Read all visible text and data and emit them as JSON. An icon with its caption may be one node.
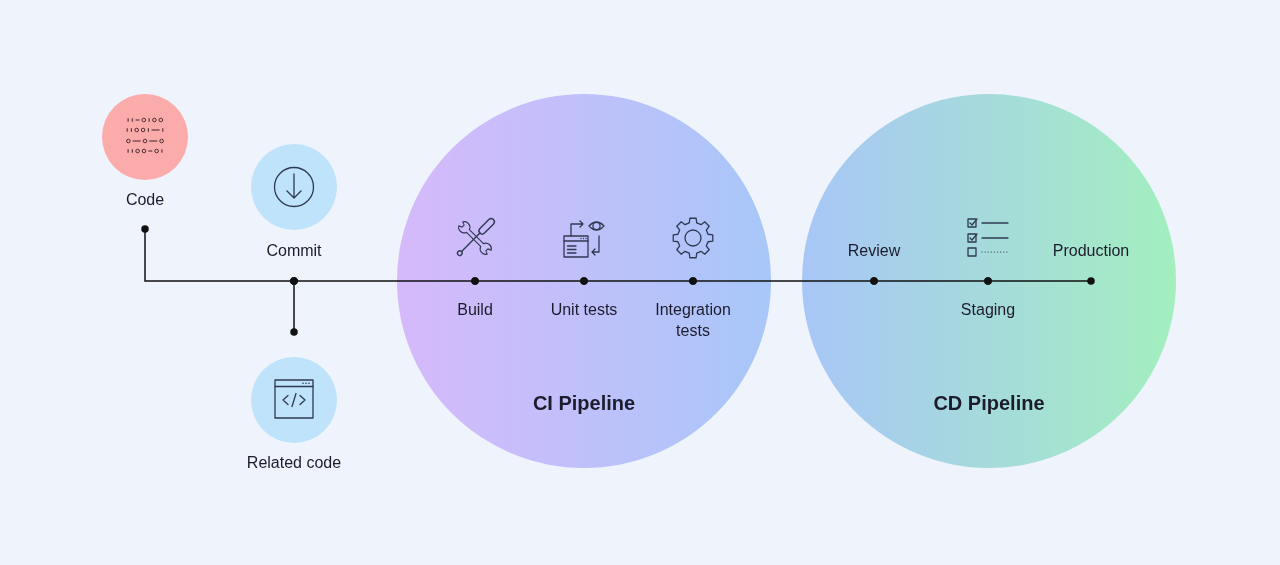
{
  "diagram": {
    "nodes": [
      {
        "text": [
          "Code"
        ]
      },
      {
        "text": [
          "Commit"
        ]
      },
      {
        "text": [
          "Related code"
        ]
      },
      {
        "text": [
          "CI Pipeline"
        ]
      },
      {
        "text": [
          "Build"
        ],
        "in": 3
      },
      {
        "text": [
          "Unit tests"
        ],
        "in": 3
      },
      {
        "text": [
          "Integration tests"
        ],
        "in": 3
      },
      {
        "text": [
          "CD Pipeline"
        ]
      },
      {
        "text": [
          "Review"
        ],
        "in": 7
      },
      {
        "text": [
          "Staging"
        ],
        "in": 7
      },
      {
        "text": [
          "Production"
        ],
        "in": 7
      }
    ],
    "edges": [
      {
        "from": 0,
        "to": 1,
        "arrow": "other"
      },
      {
        "from": 1,
        "to": 2,
        "arrow": "other"
      },
      {
        "from": 1,
        "to": 4,
        "arrow": "other"
      },
      {
        "from": 4,
        "to": 5,
        "arrow": "other"
      },
      {
        "from": 5,
        "to": 6,
        "arrow": "other"
      },
      {
        "from": 6,
        "to": 8,
        "arrow": "other"
      },
      {
        "from": 8,
        "to": 9,
        "arrow": "other"
      },
      {
        "from": 9,
        "to": 10,
        "arrow": "other"
      }
    ]
  }
}
